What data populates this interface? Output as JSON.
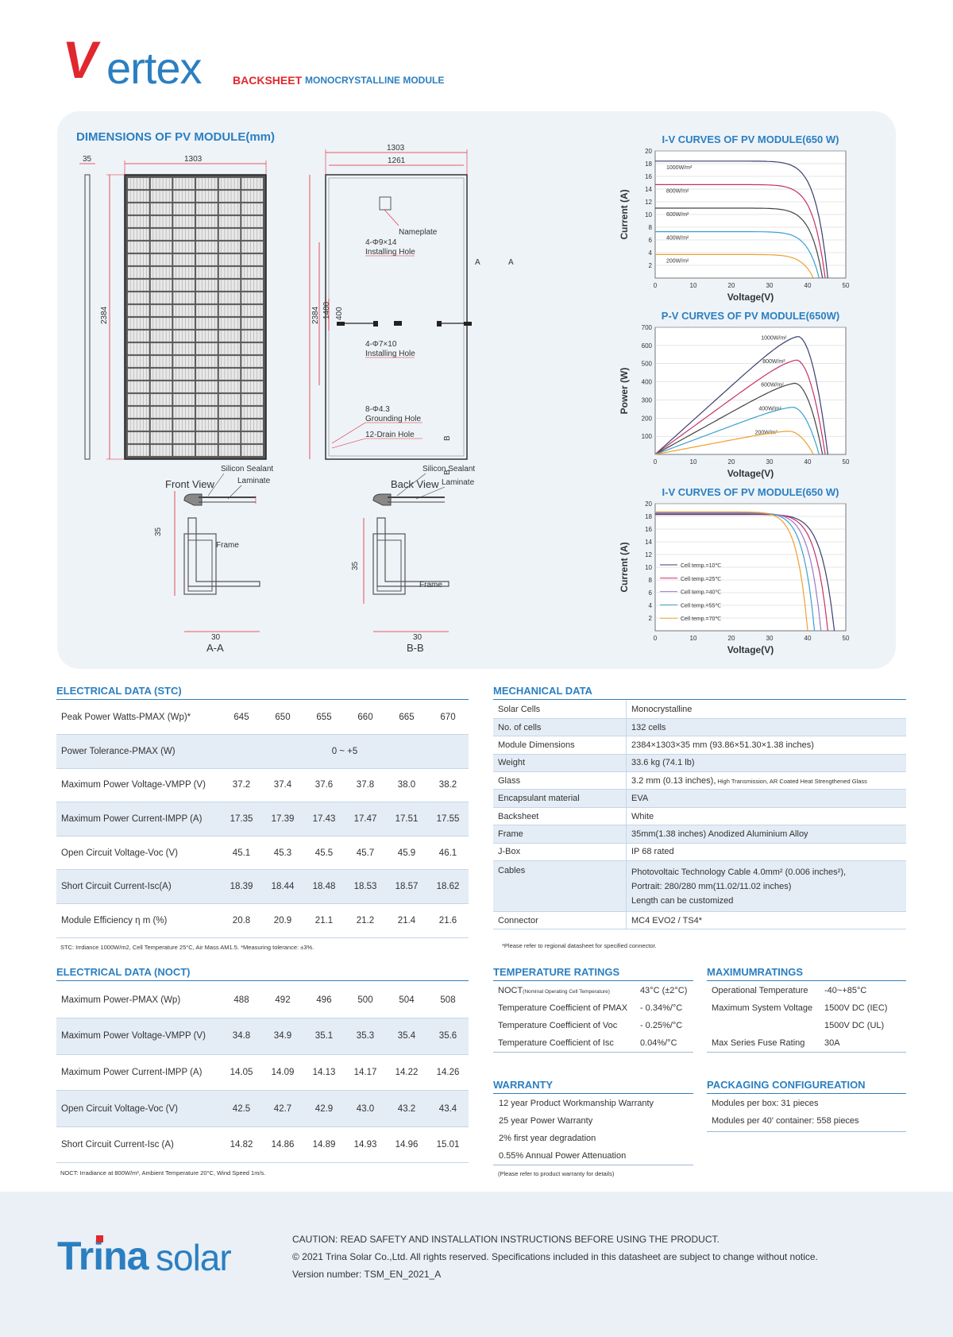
{
  "header": {
    "logo_v": "V",
    "logo_rest": "ertex",
    "backsheet": "BACKSHEET",
    "module_type": "MONOCRYSTALLINE MODULE"
  },
  "dimensions": {
    "title": "DIMENSIONS OF PV MODULE(mm)",
    "front_view": "Front View",
    "back_view": "Back View",
    "dim_35": "35",
    "dim_1303": "1303",
    "dim_2384": "2384",
    "dim_1261": "1261",
    "dim_1400": "1400",
    "dim_400": "400",
    "nameplate": "Nameplate",
    "hole1_a": "4-Φ9×14",
    "hole1_b": "Installing Hole",
    "hole2_a": "4-Φ7×10",
    "hole2_b": "Installing Hole",
    "ground_a": "8-Φ4.3",
    "ground_b": "Grounding Hole",
    "drain": "12-Drain Hole",
    "a_left": "A",
    "a_right": "A",
    "b_top": "B",
    "b_bottom": "B",
    "sealant": "Silicon Sealant",
    "laminate": "Laminate",
    "frame": "Frame",
    "sec_35": "35",
    "sec_30": "30",
    "aa": "A-A",
    "bb": "B-B"
  },
  "chart_data": [
    {
      "type": "line",
      "title": "I-V CURVES OF PV MODULE(650 W)",
      "xlabel": "Voltage(V)",
      "ylabel": "Current (A)",
      "xlim": [
        0,
        50
      ],
      "ylim": [
        0,
        20
      ],
      "xticks": [
        "0",
        "10",
        "20",
        "30",
        "40",
        "50"
      ],
      "yticks": [
        "2",
        "4",
        "6",
        "8",
        "10",
        "12",
        "14",
        "16",
        "18",
        "20"
      ],
      "series": [
        {
          "name": "1000W/m²",
          "color": "#3a3f6e",
          "isc": 18.4,
          "voc": 45.3
        },
        {
          "name": "800W/m²",
          "color": "#c8306a",
          "isc": 14.7,
          "voc": 44.6
        },
        {
          "name": "600W/m²",
          "color": "#444444",
          "isc": 11.0,
          "voc": 43.9
        },
        {
          "name": "400W/m²",
          "color": "#3aa0d0",
          "isc": 7.3,
          "voc": 43.0
        },
        {
          "name": "200W/m²",
          "color": "#f0a030",
          "isc": 3.7,
          "voc": 41.5
        }
      ]
    },
    {
      "type": "line",
      "title": "P-V CURVES OF PV MODULE(650W)",
      "xlabel": "Voltage(V)",
      "ylabel": "Power (W)",
      "xlim": [
        0,
        50
      ],
      "ylim": [
        0,
        700
      ],
      "xticks": [
        "0",
        "10",
        "20",
        "30",
        "40",
        "50"
      ],
      "yticks": [
        "100",
        "200",
        "300",
        "400",
        "500",
        "600",
        "700"
      ],
      "series": [
        {
          "name": "1000W/m²",
          "color": "#3a3f6e",
          "pmax": 650,
          "vmp": 37.4,
          "voc": 45.3
        },
        {
          "name": "800W/m²",
          "color": "#c8306a",
          "pmax": 520,
          "vmp": 37.0,
          "voc": 44.6
        },
        {
          "name": "600W/m²",
          "color": "#444444",
          "pmax": 392,
          "vmp": 36.6,
          "voc": 43.9
        },
        {
          "name": "400W/m²",
          "color": "#3aa0d0",
          "pmax": 260,
          "vmp": 36.0,
          "voc": 43.0
        },
        {
          "name": "200W/m²",
          "color": "#f0a030",
          "pmax": 128,
          "vmp": 35.0,
          "voc": 41.5
        }
      ]
    },
    {
      "type": "line",
      "title": "I-V CURVES OF PV MODULE(650 W)",
      "xlabel": "Voltage(V)",
      "ylabel": "Current (A)",
      "xlim": [
        0,
        50
      ],
      "ylim": [
        0,
        20
      ],
      "xticks": [
        "0",
        "10",
        "20",
        "30",
        "40",
        "50"
      ],
      "yticks": [
        "2",
        "4",
        "6",
        "8",
        "10",
        "12",
        "14",
        "16",
        "18",
        "20"
      ],
      "series": [
        {
          "name": "Cell temp.=10℃",
          "color": "#3a3f6e",
          "isc": 18.3,
          "voc": 47.0
        },
        {
          "name": "Cell temp.=25℃",
          "color": "#c8306a",
          "isc": 18.4,
          "voc": 45.3
        },
        {
          "name": "Cell temp.=40℃",
          "color": "#9a78c8",
          "isc": 18.5,
          "voc": 43.5
        },
        {
          "name": "Cell temp.=55℃",
          "color": "#3aa0d0",
          "isc": 18.6,
          "voc": 41.8
        },
        {
          "name": "Cell temp.=70℃",
          "color": "#f0a030",
          "isc": 18.7,
          "voc": 40.0
        }
      ]
    }
  ],
  "stc": {
    "title": "ELECTRICAL DATA (STC)",
    "rows": [
      {
        "label": "Peak Power Watts-PMAX (Wp)*",
        "vals": [
          "645",
          "650",
          "655",
          "660",
          "665",
          "670"
        ]
      },
      {
        "label": "Power Tolerance-PMAX (W)",
        "span": "0 ~ +5"
      },
      {
        "label": "Maximum Power Voltage-VMPP (V)",
        "vals": [
          "37.2",
          "37.4",
          "37.6",
          "37.8",
          "38.0",
          "38.2"
        ]
      },
      {
        "label": "Maximum Power Current-IMPP (A)",
        "vals": [
          "17.35",
          "17.39",
          "17.43",
          "17.47",
          "17.51",
          "17.55"
        ]
      },
      {
        "label": "Open Circuit Voltage-Voc (V)",
        "vals": [
          "45.1",
          "45.3",
          "45.5",
          "45.7",
          "45.9",
          "46.1"
        ]
      },
      {
        "label": "Short Circuit Current-Isc(A)",
        "vals": [
          "18.39",
          "18.44",
          "18.48",
          "18.53",
          "18.57",
          "18.62"
        ]
      },
      {
        "label": "Module Efficiency η m (%)",
        "vals": [
          "20.8",
          "20.9",
          "21.1",
          "21.2",
          "21.4",
          "21.6"
        ]
      }
    ],
    "note": "STC: Irrdiance 1000W/m2, Cell Temperature 25°C, Air Mass AM1.5.   *Measuring tolerance: ±3%."
  },
  "noct": {
    "title": "ELECTRICAL DATA (NOCT)",
    "rows": [
      {
        "label": "Maximum Power-PMAX (Wp)",
        "vals": [
          "488",
          "492",
          "496",
          "500",
          "504",
          "508"
        ]
      },
      {
        "label": "Maximum Power Voltage-VMPP (V)",
        "vals": [
          "34.8",
          "34.9",
          "35.1",
          "35.3",
          "35.4",
          "35.6"
        ]
      },
      {
        "label": "Maximum Power Current-IMPP (A)",
        "vals": [
          "14.05",
          "14.09",
          "14.13",
          "14.17",
          "14.22",
          "14.26"
        ]
      },
      {
        "label": "Open Circuit Voltage-Voc (V)",
        "vals": [
          "42.5",
          "42.7",
          "42.9",
          "43.0",
          "43.2",
          "43.4"
        ]
      },
      {
        "label": "Short Circuit Current-Isc (A)",
        "vals": [
          "14.82",
          "14.86",
          "14.89",
          "14.93",
          "14.96",
          "15.01"
        ]
      }
    ],
    "note": "NOCT: Irradiance at 800W/m², Ambient Temperature 20°C, Wind Speed 1m/s."
  },
  "mechanical": {
    "title": "MECHANICAL DATA",
    "rows": [
      {
        "label": "Solar Cells",
        "value": "Monocrystalline"
      },
      {
        "label": "No. of cells",
        "value": "132 cells"
      },
      {
        "label": "Module Dimensions",
        "value": "2384×1303×35 mm (93.86×51.30×1.38 inches)"
      },
      {
        "label": "Weight",
        "value": "33.6 kg (74.1 lb)"
      },
      {
        "label": "Glass",
        "value": "3.2 mm (0.13 inches),",
        "small": " High Transmission, AR Coated Heat Strengthened Glass"
      },
      {
        "label": "Encapsulant material",
        "value": "EVA"
      },
      {
        "label": "Backsheet",
        "value": "White"
      },
      {
        "label": "Frame",
        "value": "35mm(1.38 inches)  Anodized Aluminium Alloy"
      },
      {
        "label": "J-Box",
        "value": "IP 68 rated"
      },
      {
        "label": "Cables",
        "value": "Photovoltaic Technology Cable 4.0mm² (0.006 inches²),",
        "value2": "Portrait: 280/280 mm(11.02/11.02 inches)",
        "value3": "Length can be customized"
      },
      {
        "label": "Connector",
        "value": "MC4 EVO2 / TS4*"
      }
    ],
    "note": "*Please refer to regional datasheet for specified connector."
  },
  "temperature": {
    "title": "TEMPERATURE RATINGS",
    "rows": [
      {
        "label": "NOCT",
        "small": "(Nominal Operating Cell Temperature)",
        "value": "43°C (±2°C)"
      },
      {
        "label": "Temperature Coefficient of PMAX",
        "value": "- 0.34%/°C"
      },
      {
        "label": "Temperature Coefficient of Voc",
        "value": "- 0.25%/°C"
      },
      {
        "label": "Temperature Coefficient of Isc",
        "value": "0.04%/°C"
      }
    ]
  },
  "max_ratings": {
    "title": "MAXIMUMRATINGS",
    "rows": [
      {
        "label": "Operational Temperature",
        "value": "-40~+85°C"
      },
      {
        "label": "Maximum System Voltage",
        "value": "1500V DC (IEC)"
      },
      {
        "label": "",
        "value": "1500V DC (UL)"
      },
      {
        "label": "Max Series Fuse Rating",
        "value": "30A"
      }
    ]
  },
  "warranty": {
    "title": "WARRANTY",
    "rows": [
      "12 year Product Workmanship Warranty",
      "25 year Power Warranty",
      "2% first year degradation",
      "0.55% Annual Power Attenuation"
    ],
    "note": "(Please refer to product warranty for details)"
  },
  "packaging": {
    "title": "PACKAGING CONFIGUREATION",
    "rows": [
      "Modules per box: 31 pieces",
      "Modules per 40' container:  558 pieces"
    ]
  },
  "footer": {
    "logo_trina": "Trina",
    "logo_solar": "solar",
    "caution": "CAUTION: READ SAFETY AND INSTALLATION INSTRUCTIONS BEFORE USING THE PRODUCT.",
    "copyright": "© 2021 Trina Solar Co.,Ltd. All rights reserved. Specifications included in this datasheet are subject to change without notice.",
    "version": "Version number: TSM_EN_2021_A"
  },
  "colors": {
    "red": "#e0282e",
    "blue": "#2b7fc1",
    "dimline": "#e0282e",
    "panel": "#eef3f8"
  }
}
